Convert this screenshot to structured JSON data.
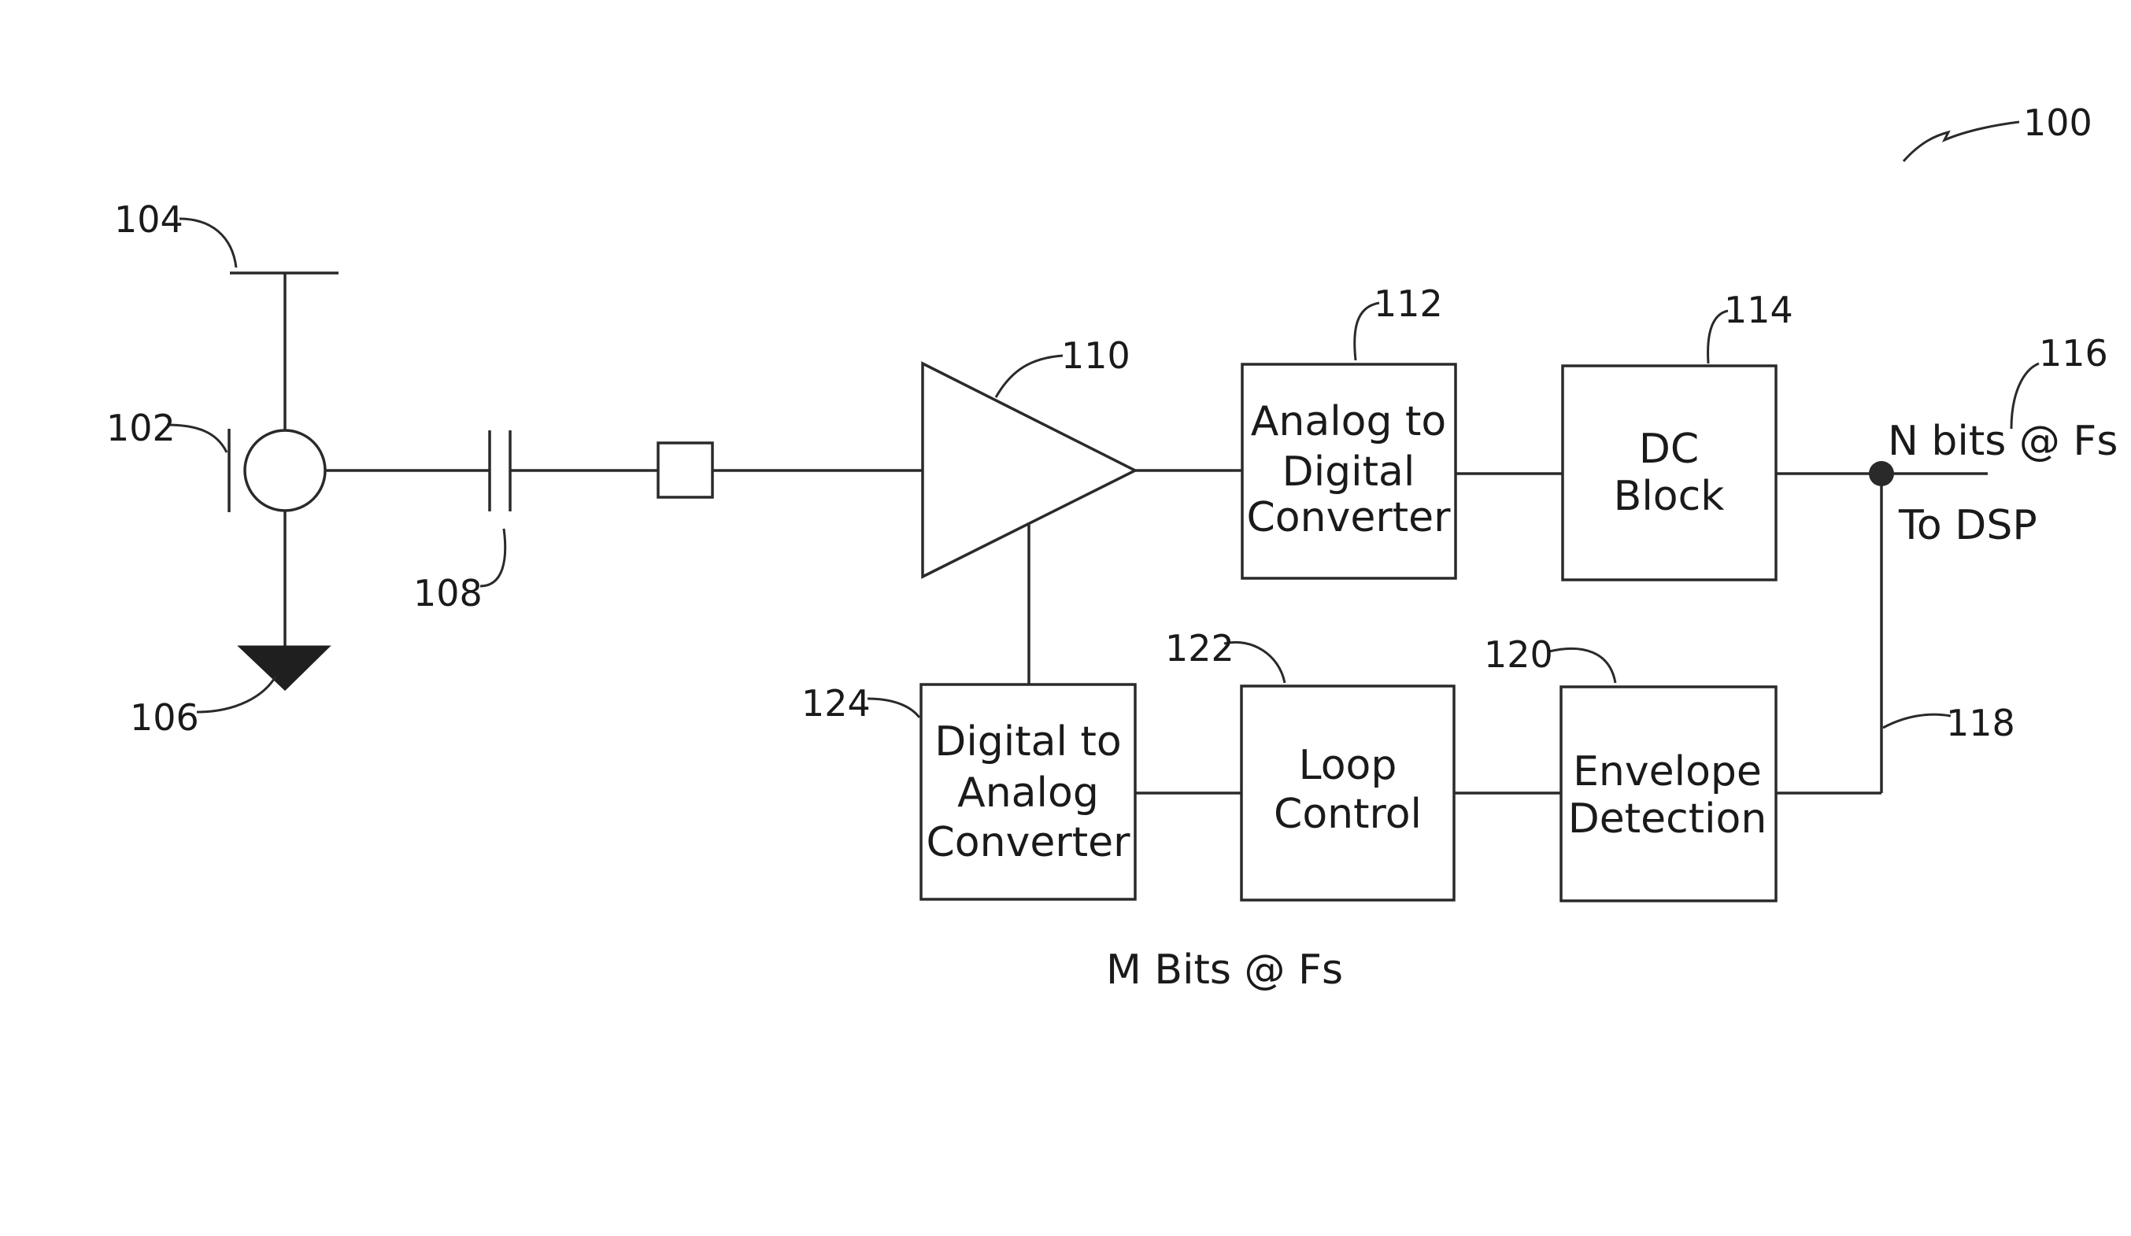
{
  "figure": {
    "ref": "100"
  },
  "microphone": {
    "ref": "102"
  },
  "supply": {
    "ref": "104"
  },
  "ground": {
    "ref": "106"
  },
  "capacitor": {
    "ref": "108"
  },
  "amplifier": {
    "ref": "110"
  },
  "adc": {
    "ref": "112",
    "lines": [
      "Analog to",
      "Digital",
      "Converter"
    ]
  },
  "dc_block": {
    "ref": "114",
    "lines": [
      "DC",
      "Block"
    ]
  },
  "output": {
    "ref": "116",
    "label": "N bits @ Fs",
    "sublabel": "To DSP"
  },
  "feedback": {
    "ref": "118"
  },
  "envelope": {
    "ref": "120",
    "lines": [
      "Envelope",
      "Detection"
    ]
  },
  "loop_control": {
    "ref": "122",
    "lines": [
      "Loop",
      "Control"
    ]
  },
  "dac": {
    "ref": "124",
    "lines": [
      "Digital to",
      "Analog",
      "Converter"
    ]
  },
  "dac_bits": {
    "label": "M Bits @ Fs"
  }
}
